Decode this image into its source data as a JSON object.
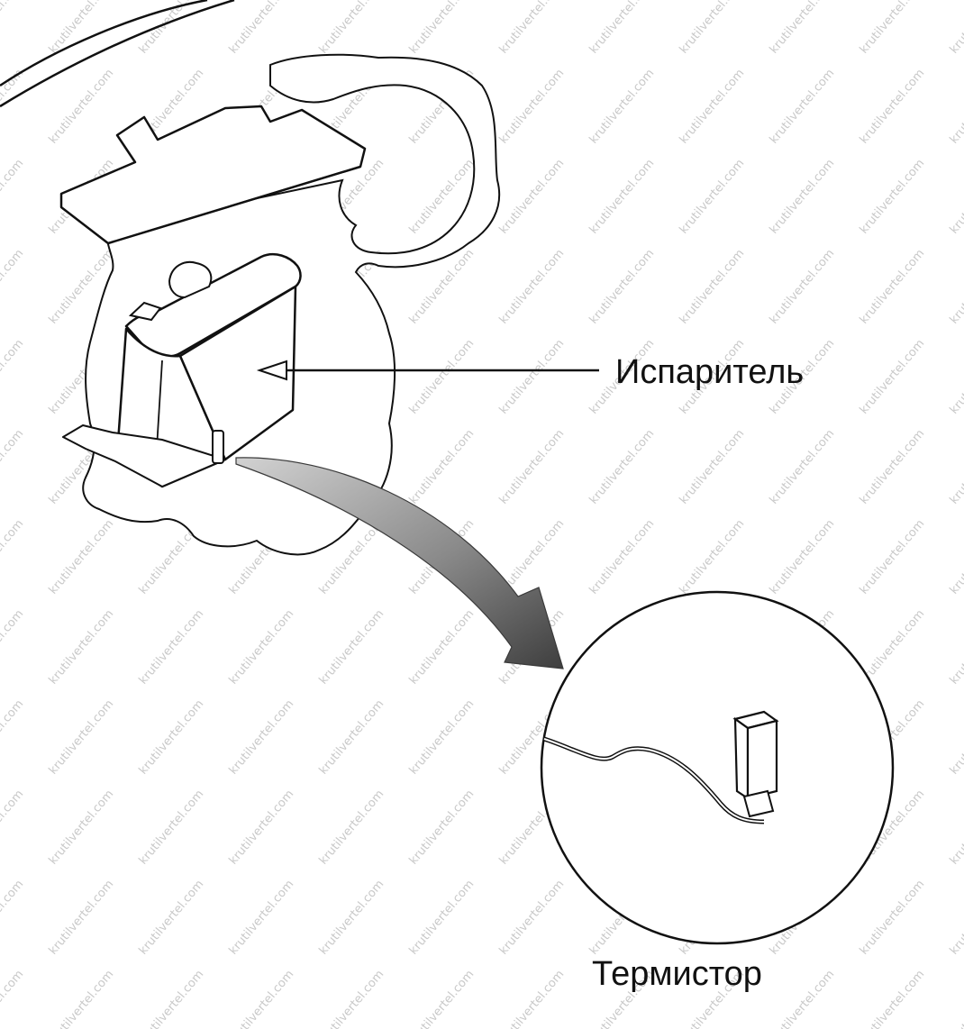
{
  "diagram": {
    "labels": {
      "evaporator": "Испаритель",
      "thermistor": "Термистор"
    },
    "watermark": "krutilvertel.com",
    "colors": {
      "line": "#111111",
      "background": "#ffffff",
      "arrow_dark": "#4a4a4a",
      "arrow_light": "#c8c8c8",
      "watermark": "#c9c9c9"
    }
  }
}
